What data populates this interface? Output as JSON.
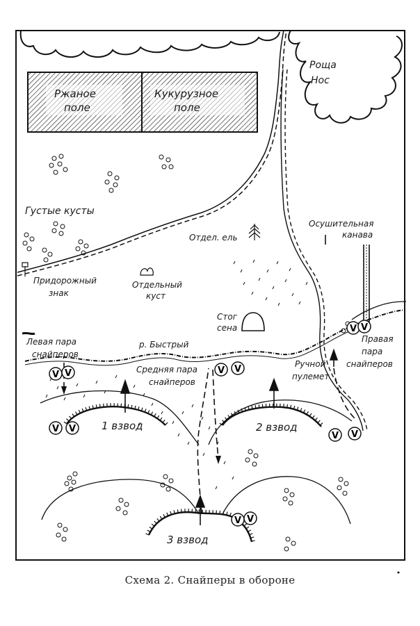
{
  "caption": "Схема 2. Снайперы в обороне",
  "labels": {
    "rye_field_1": "Ржаное",
    "rye_field_2": "поле",
    "corn_field_1": "Кукурузное",
    "corn_field_2": "поле",
    "grove_1": "Роща",
    "grove_2": "Нос",
    "dense_bushes": "Густые кусты",
    "single_spruce": "Отдел. ель",
    "drainage_ditch_1": "Осушительная",
    "drainage_ditch_2": "канава",
    "road_sign_1": "Придорожный",
    "road_sign_2": "знак",
    "single_bush_1": "Отдельный",
    "single_bush_2": "куст",
    "haystack_1": "Стог",
    "haystack_2": "сена",
    "river": "р. Быстрый",
    "left_pair_1": "Левая пара",
    "left_pair_2": "снайперов",
    "middle_pair_1": "Средняя пара",
    "middle_pair_2": "снайперов",
    "machine_gun_1": "Ручной",
    "machine_gun_2": "пулемет",
    "right_pair_1": "Правая",
    "right_pair_2": "пара",
    "right_pair_3": "снайперов",
    "platoon_1": "1 взвод",
    "platoon_2": "2 взвод",
    "platoon_3": "3 взвод"
  },
  "sniper_symbol": "V"
}
